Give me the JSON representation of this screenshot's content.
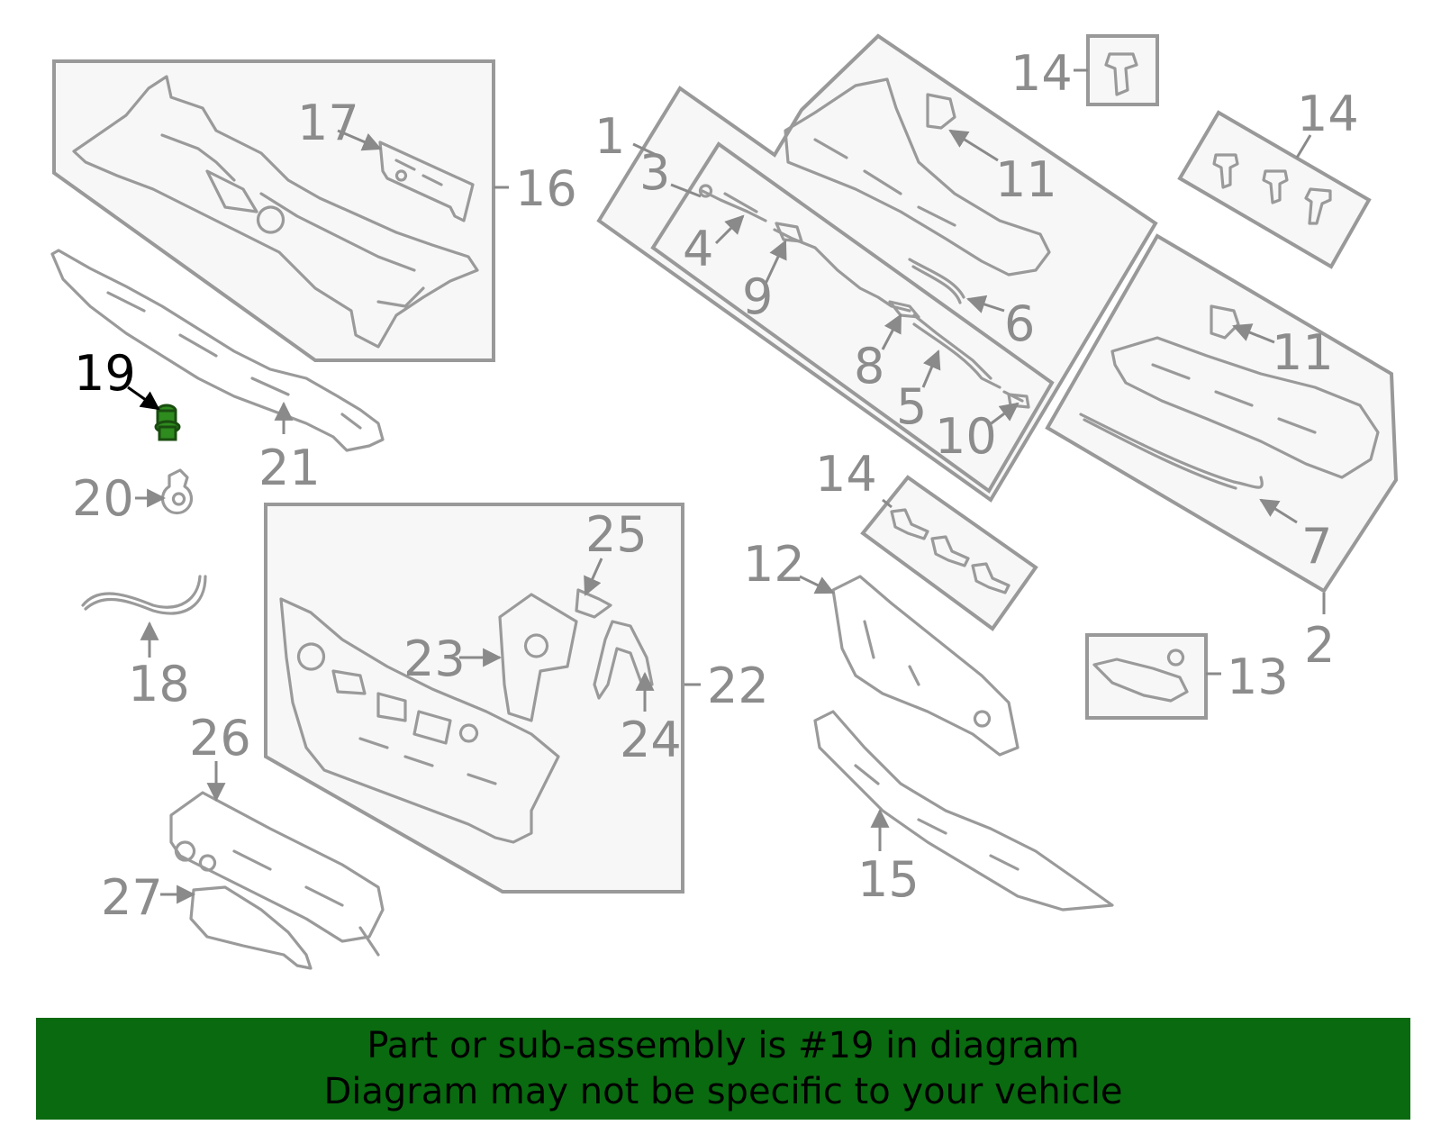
{
  "highlight_color": "#2e8b1e",
  "banner_color": "#0a6a10",
  "highlighted_part": "19",
  "labels": {
    "l1": "1",
    "l2": "2",
    "l3": "3",
    "l4": "4",
    "l5": "5",
    "l6": "6",
    "l7": "7",
    "l8": "8",
    "l9": "9",
    "l10": "10",
    "l11a": "11",
    "l11b": "11",
    "l12": "12",
    "l13": "13",
    "l14a": "14",
    "l14b": "14",
    "l14c": "14",
    "l15": "15",
    "l16": "16",
    "l17": "17",
    "l18": "18",
    "l19": "19",
    "l20": "20",
    "l21": "21",
    "l22": "22",
    "l23": "23",
    "l24": "24",
    "l25": "25",
    "l26": "26",
    "l27": "27"
  },
  "banner": {
    "line1": "Part or sub-assembly is #19 in diagram",
    "line2": "Diagram may not be specific to your vehicle"
  }
}
